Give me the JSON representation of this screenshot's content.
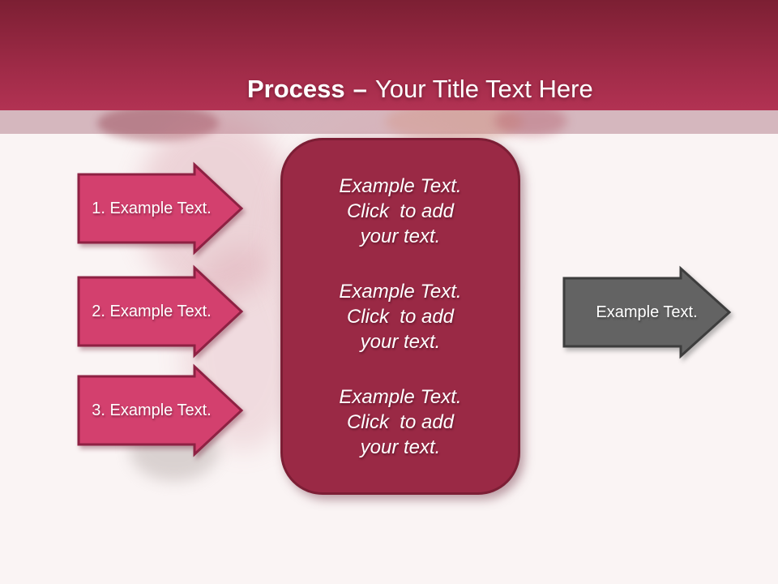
{
  "title": {
    "bold": "Process",
    "separator": "–",
    "rest": "Your Title Text Here"
  },
  "steps": [
    {
      "label": "1. Example Text."
    },
    {
      "label": "2. Example Text."
    },
    {
      "label": "3. Example Text."
    }
  ],
  "detail_panel": {
    "paragraphs": [
      {
        "lines": [
          "Example Text.",
          "Click  to add",
          "your text."
        ]
      },
      {
        "lines": [
          "Example Text.",
          "Click  to add",
          "your text."
        ]
      },
      {
        "lines": [
          "Example Text.",
          "Click  to add",
          "your text."
        ]
      }
    ]
  },
  "output_arrow": {
    "label": "Example Text."
  },
  "colors": {
    "header_top": "#7c1f33",
    "header_mid": "#9d2a46",
    "header_bottom": "#b23253",
    "band": "#d5b7be",
    "background": "#faf4f4",
    "step_arrow_fill": "#d3406e",
    "step_arrow_stroke": "#8e2143",
    "panel_fill": "#9a2945",
    "panel_stroke": "#7c1e35",
    "output_arrow_fill": "#636363",
    "output_arrow_stroke": "#3d3d3d",
    "text_white": "#ffffff"
  }
}
